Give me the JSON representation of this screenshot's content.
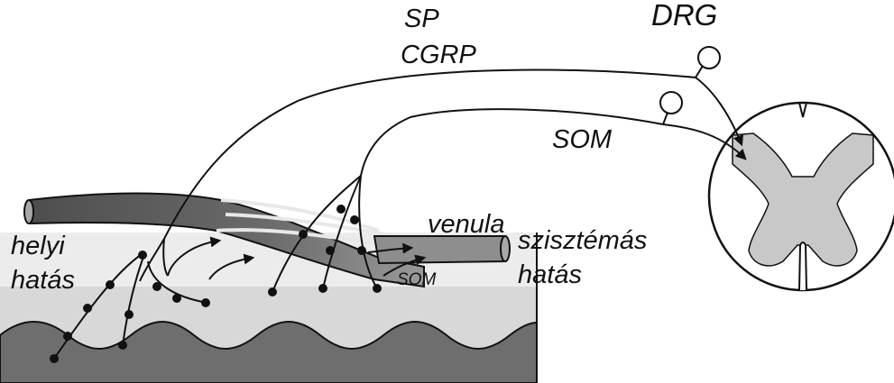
{
  "labels": {
    "sp": "SP",
    "cgrp": "CGRP",
    "drg": "DRG",
    "som": "SOM",
    "som_small": "SOM",
    "venula": "venula",
    "helyi_line1": "helyi",
    "helyi_line2": "hatás",
    "szisztemas_line1": "szisztémás",
    "szisztemas_line2": "hatás"
  },
  "colors": {
    "skin_light": "#ececec",
    "skin_mid": "#d4d4d4",
    "skin_dark": "#6e6e6e",
    "vessel_dark": "#5a5a5a",
    "vessel_light": "#8c8c8c",
    "grey_matter": "#c8c8c8",
    "line": "#111111"
  }
}
